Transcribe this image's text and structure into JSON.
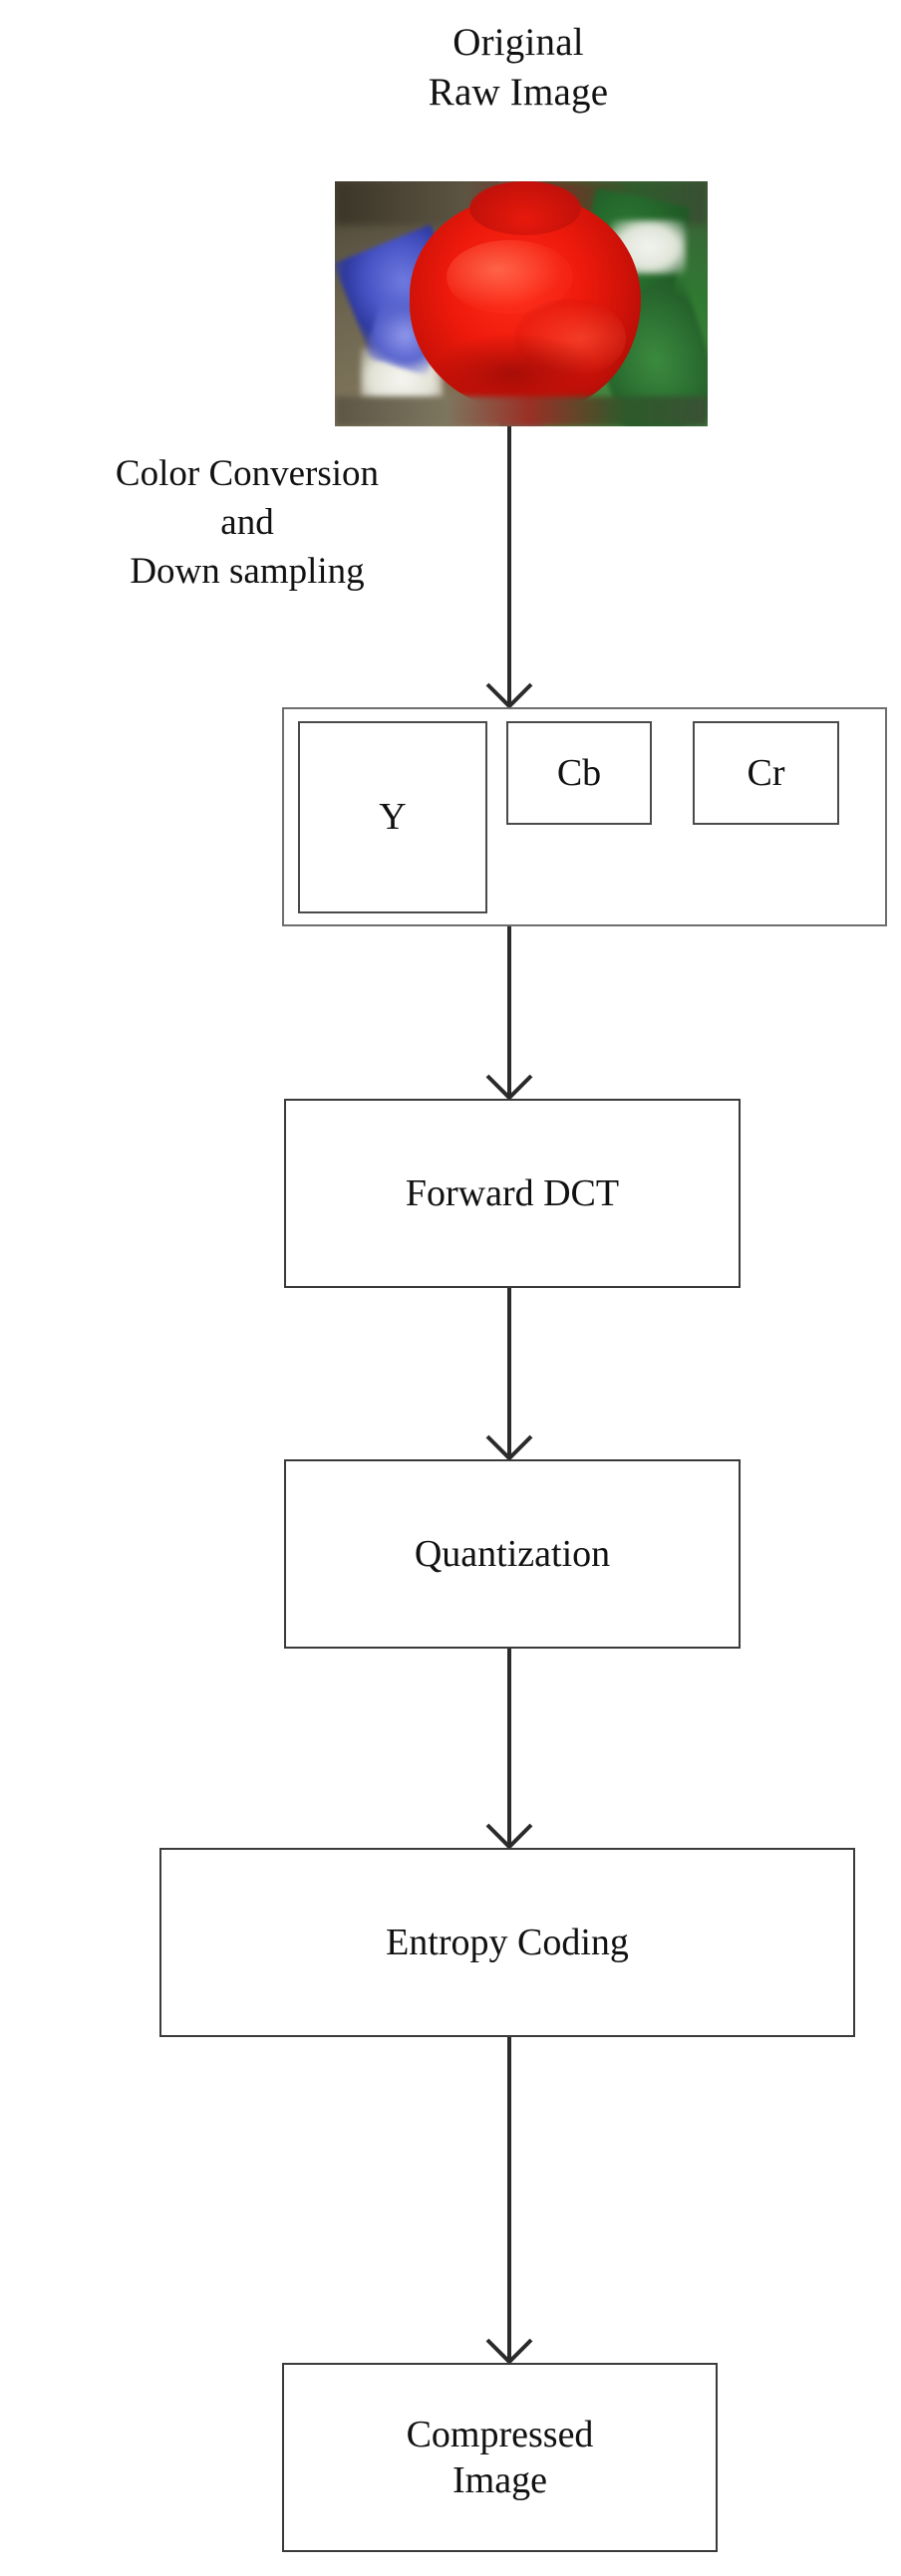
{
  "diagram": {
    "title_lines": [
      "Original",
      "Raw Image"
    ],
    "side_label_lines": [
      "Color Conversion",
      "and",
      "Down sampling"
    ],
    "photo_alt": "rose-photograph",
    "colors": {
      "box_border": "#3a3a3a",
      "outer_border": "#6e6e6e",
      "arrow": "#2b2b2b",
      "text": "#111111",
      "background": "#ffffff"
    },
    "nodes": {
      "ycbcr": {
        "y_label": "Y",
        "cb_label": "Cb",
        "cr_label": "Cr"
      },
      "forward_dct": "Forward DCT",
      "quantization": "Quantization",
      "entropy_coding": "Entropy Coding",
      "compressed_image_lines": [
        "Compressed",
        "Image"
      ]
    },
    "edges": [
      {
        "from": "original-raw-image",
        "to": "ycbcr-components"
      },
      {
        "from": "ycbcr-components",
        "to": "forward-dct"
      },
      {
        "from": "forward-dct",
        "to": "quantization"
      },
      {
        "from": "quantization",
        "to": "entropy-coding"
      },
      {
        "from": "entropy-coding",
        "to": "compressed-image"
      }
    ]
  }
}
